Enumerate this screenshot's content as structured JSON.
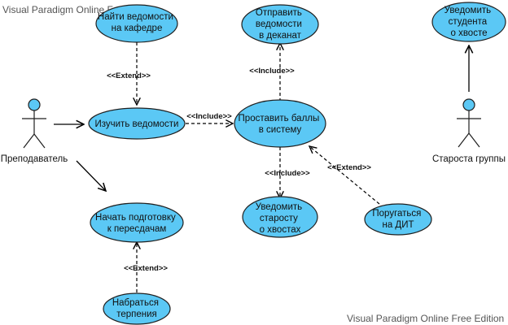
{
  "watermark": {
    "top": "Visual Paradigm Online Free Edition",
    "bottom": "Visual Paradigm Online Free Edition"
  },
  "actors": {
    "teacher": "Преподаватель",
    "headman": "Староста группы"
  },
  "usecases": {
    "find": [
      "Найти ведомости",
      "на кафедре"
    ],
    "study": [
      "Изучить ведомости"
    ],
    "prepare": [
      "Начать подготовку",
      "к пересдачам"
    ],
    "patience": [
      "Набраться",
      "терпения"
    ],
    "send": [
      "Отправить",
      "ведомости",
      "в деканат"
    ],
    "grade": [
      "Проставить баллы",
      "в систему"
    ],
    "notify_head": [
      "Уведомить",
      "старосту",
      "о хвостах"
    ],
    "scold": [
      "Поругаться",
      "на ДИТ"
    ],
    "notify_student": [
      "Уведомить",
      "студента",
      "о хвосте"
    ]
  },
  "stereotypes": {
    "extend": "<<Extend>>",
    "include": "<<Include>>"
  },
  "colors": {
    "usecase_fill": "#5bc8f5",
    "stroke": "#1f1f1f",
    "watermark": "#555555"
  }
}
